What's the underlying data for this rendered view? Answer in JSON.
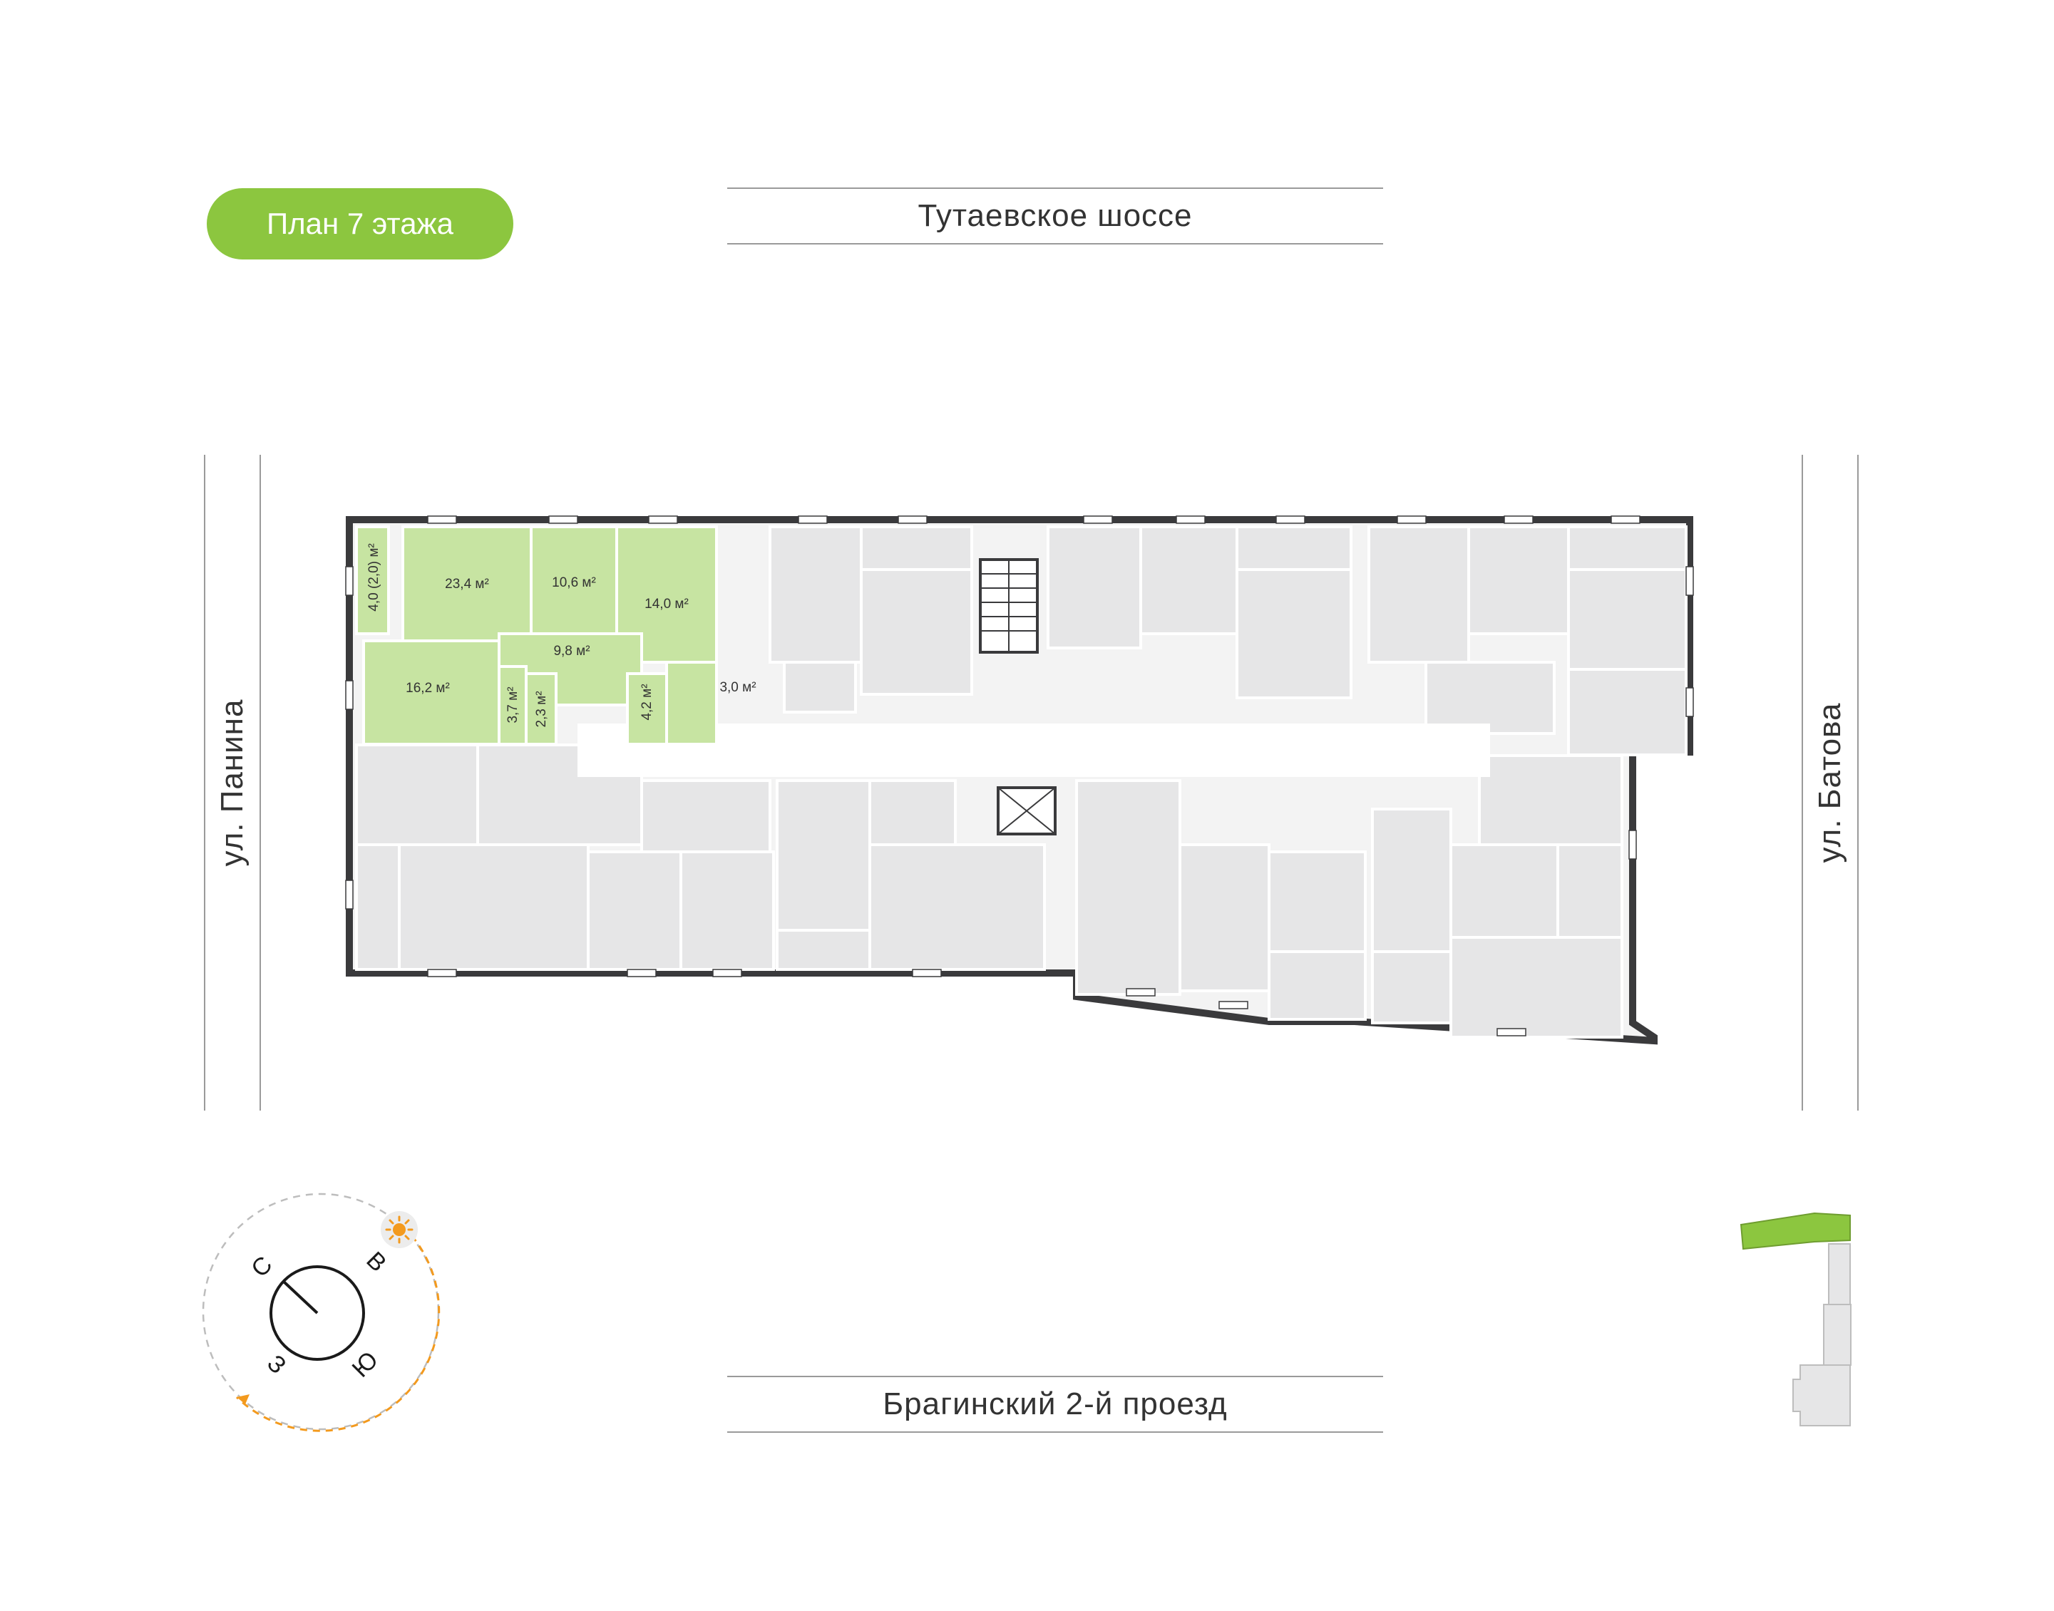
{
  "floor_badge": {
    "label": "План 7 этажа"
  },
  "streets": {
    "north": "Тутаевское шоссе",
    "south": "Брагинский 2-й проезд",
    "west": "ул. Панина",
    "east": "ул. Батова"
  },
  "compass": {
    "north": "С",
    "east": "В",
    "south": "Ю",
    "west": "З"
  },
  "selected_apartment": {
    "rooms": [
      "23,4 м²",
      "10,6 м²",
      "14,0 м²",
      "16,2 м²",
      "9,8 м²",
      "3,7 м²",
      "2,3 м²",
      "4,2 м²",
      "3,0 м²"
    ],
    "balcony": "4,0 (2,0) м²"
  },
  "colors": {
    "accent": "#8cc63f",
    "selected_fill": "#c7e4a2",
    "room_fill": "#e6e6e7",
    "wall": "#3a3a3c",
    "sun": "#f39a1e"
  }
}
